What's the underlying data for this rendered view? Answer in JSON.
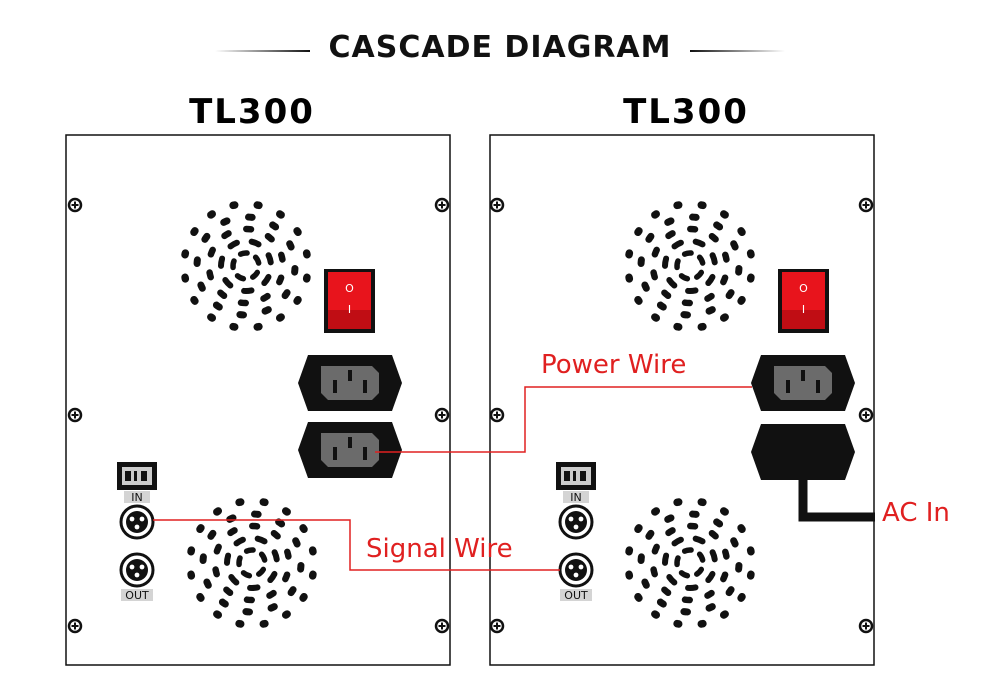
{
  "title": "CASCADE DIAGRAM",
  "units": [
    {
      "model": "TL300",
      "port_in": "IN",
      "port_out": "OUT",
      "switch_top_mark": "O",
      "switch_bottom_mark": "I"
    },
    {
      "model": "TL300",
      "port_in": "IN",
      "port_out": "OUT",
      "switch_top_mark": "O",
      "switch_bottom_mark": "I"
    }
  ],
  "connections": {
    "power_wire": "Power Wire",
    "signal_wire": "Signal Wire",
    "ac_in": "AC In"
  },
  "colors": {
    "accent_red": "#e02020",
    "switch_red": "#e8141c",
    "outline": "#111111",
    "panel_fill": "#ffffff",
    "port_panel_gray": "#cccccc"
  },
  "icons": [
    "fan-grille-icon",
    "power-switch-icon",
    "iec-socket-icon",
    "xlr-connector-icon",
    "dip-switch-icon",
    "screw-icon"
  ]
}
